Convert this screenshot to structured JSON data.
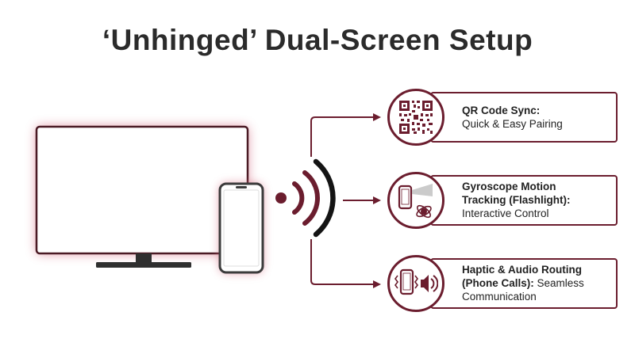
{
  "title": "‘Unhinged’ Dual-Screen Setup",
  "colors": {
    "accent": "#6b1d2e",
    "glow": "#c9596f",
    "text": "#2b2b2b"
  },
  "features": [
    {
      "icon": "qr-code-icon",
      "title": "QR Code Sync:",
      "desc": "Quick & Easy Pairing"
    },
    {
      "icon": "gyroscope-flashlight-icon",
      "title_line1": "Gyroscope Motion",
      "title_line2": "Tracking (Flashlight):",
      "desc": "Interactive Control"
    },
    {
      "icon": "haptic-audio-icon",
      "title_line1": "Haptic & Audio Routing",
      "title_line2": "(Phone Calls):",
      "desc_inline": "Seamless",
      "desc": "Communication"
    }
  ]
}
